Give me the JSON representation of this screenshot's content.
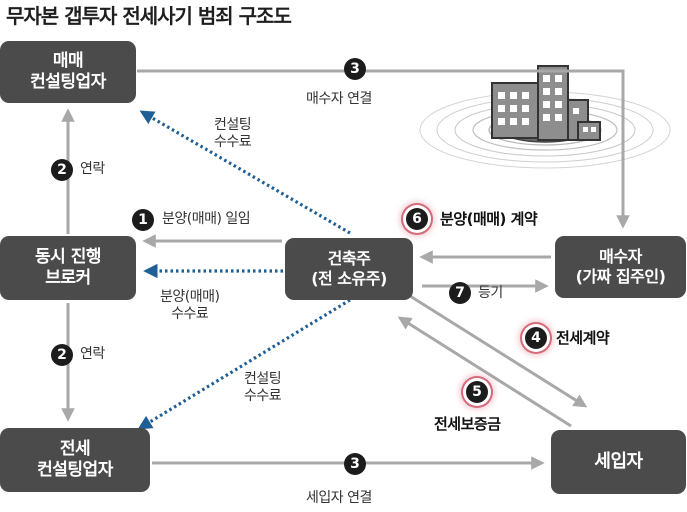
{
  "title": "무자본 갭투자 전세사기 범죄 구조도",
  "nodes": {
    "consult_top": [
      "매매",
      "컨설팅업자"
    ],
    "broker": [
      "동시 진행",
      "브로커"
    ],
    "consult_bottom": [
      "전세",
      "컨설팅업자"
    ],
    "builder": [
      "건축주",
      "(전 소유주)"
    ],
    "buyer": [
      "매수자",
      "(가짜 집주인)"
    ],
    "tenant": [
      "세입자"
    ]
  },
  "steps": {
    "s1": {
      "num": "1",
      "label": "분양(매매) 일임"
    },
    "s2a": {
      "num": "2",
      "label": "연락"
    },
    "s2b": {
      "num": "2",
      "label": "연락"
    },
    "s3a": {
      "num": "3",
      "label": "매수자 연결"
    },
    "s3b": {
      "num": "3",
      "label": "세입자 연결"
    },
    "s4": {
      "num": "4",
      "label": "전세계약"
    },
    "s5": {
      "num": "5",
      "label": "전세보증금"
    },
    "s6": {
      "num": "6",
      "label": "분양(매매) 계약"
    },
    "s7": {
      "num": "7",
      "label": "등기"
    }
  },
  "fees": {
    "fee_top": [
      "컨설팅",
      "수수료"
    ],
    "fee_mid": [
      "분양(매매)",
      "수수료"
    ],
    "fee_bottom": [
      "컨설팅",
      "수수료"
    ]
  },
  "colors": {
    "box": "#4b4b4b",
    "arrow": "#a8a8a8",
    "dotted": "#1f5f95",
    "badge": "#1c1c1c",
    "ring": "#d46a7a"
  },
  "icons": {
    "building": "building-icon"
  }
}
